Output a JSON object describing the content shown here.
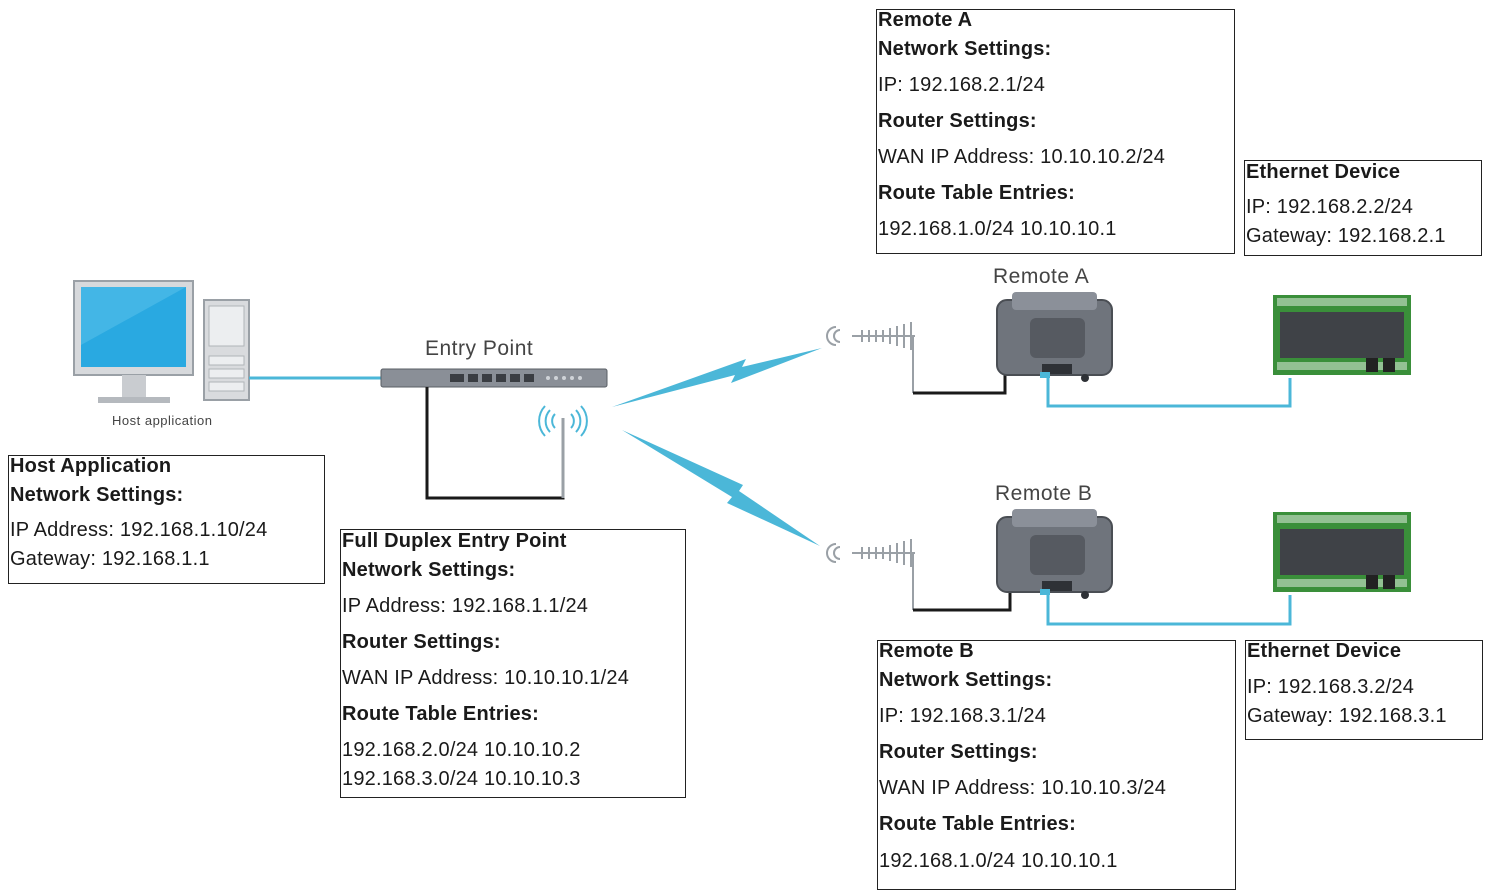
{
  "labels": {
    "entry_point": "Entry Point",
    "remote_a": "Remote A",
    "remote_b": "Remote B",
    "host_application": "Host application"
  },
  "boxes": {
    "remote_a": {
      "title": "Remote A",
      "network_heading": "Network Settings:",
      "ip": "IP: 192.168.2.1/24",
      "router_heading": "Router Settings:",
      "wan": "WAN IP Address: 10.10.10.2/24",
      "route_heading": "Route Table Entries:",
      "route1": "192.168.1.0/24 10.10.10.1"
    },
    "ethernet_a": {
      "title": "Ethernet Device",
      "ip": "IP: 192.168.2.2/24",
      "gateway": "Gateway: 192.168.2.1"
    },
    "host": {
      "title": "Host Application",
      "network_heading": "Network Settings:",
      "ip": "IP Address: 192.168.1.10/24",
      "gateway": "Gateway: 192.168.1.1"
    },
    "entry": {
      "title": "Full Duplex Entry Point",
      "network_heading": "Network Settings:",
      "ip": "IP Address: 192.168.1.1/24",
      "router_heading": "Router Settings:",
      "wan": "WAN IP Address: 10.10.10.1/24",
      "route_heading": "Route Table Entries:",
      "route1": "192.168.2.0/24 10.10.10.2",
      "route2": "192.168.3.0/24 10.10.10.3"
    },
    "remote_b": {
      "title": "Remote B",
      "network_heading": "Network Settings:",
      "ip": "IP: 192.168.3.1/24",
      "router_heading": "Router Settings:",
      "wan": "WAN IP Address: 10.10.10.3/24",
      "route_heading": "Route Table Entries:",
      "route1": "192.168.1.0/24 10.10.10.1"
    },
    "ethernet_b": {
      "title": "Ethernet Device",
      "ip": "IP: 192.168.3.2/24",
      "gateway": "Gateway: 192.168.3.1"
    }
  },
  "colors": {
    "link": "#4bb7d8",
    "cable": "#1a1a1a",
    "screen": "#29a9e1",
    "device_body": "#7b7f87",
    "board_green": "#3a8f3a"
  },
  "icons": [
    "computer-icon",
    "rack-router-icon",
    "antenna-icon",
    "radio-modem-icon",
    "ethernet-device-icon",
    "wireless-signal-icon"
  ]
}
